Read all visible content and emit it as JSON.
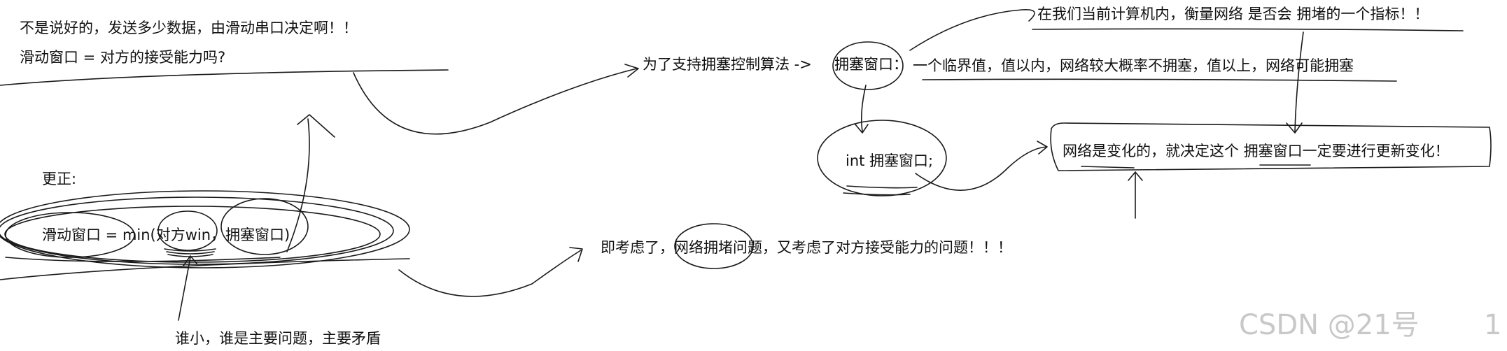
{
  "notes": {
    "line1": "不是说好的，发送多少数据，由滑动串口决定啊！！",
    "line2": "滑动窗口 = 对方的接受能力吗?",
    "correction_label": "更正:",
    "formula": "滑动窗口 = min(对方win，拥塞窗口)",
    "smaller_main": "谁小，谁是主要问题，主要矛盾",
    "support_congestion": "为了支持拥塞控制算法 ->",
    "congestion_window_term": "拥塞窗口：",
    "threshold_desc": "一个临界值，值以内，网络较大概率不拥塞，值以上，网络可能拥塞",
    "indicator": "在我们当前计算机内，衡量网络 是否会 拥堵的一个指标！！",
    "int_decl": "int 拥塞窗口;",
    "network_changes": "网络是变化的，就决定这个 拥塞窗口一定要进行更新变化！",
    "considered_both": "即考虑了，网络拥堵问题，又考虑了对方接受能力的问题！！！"
  },
  "watermark": {
    "text": "CSDN @21号",
    "suffix": "1"
  },
  "colors": {
    "ink": "#1a1a1a",
    "watermark": "#c8c8c8"
  }
}
